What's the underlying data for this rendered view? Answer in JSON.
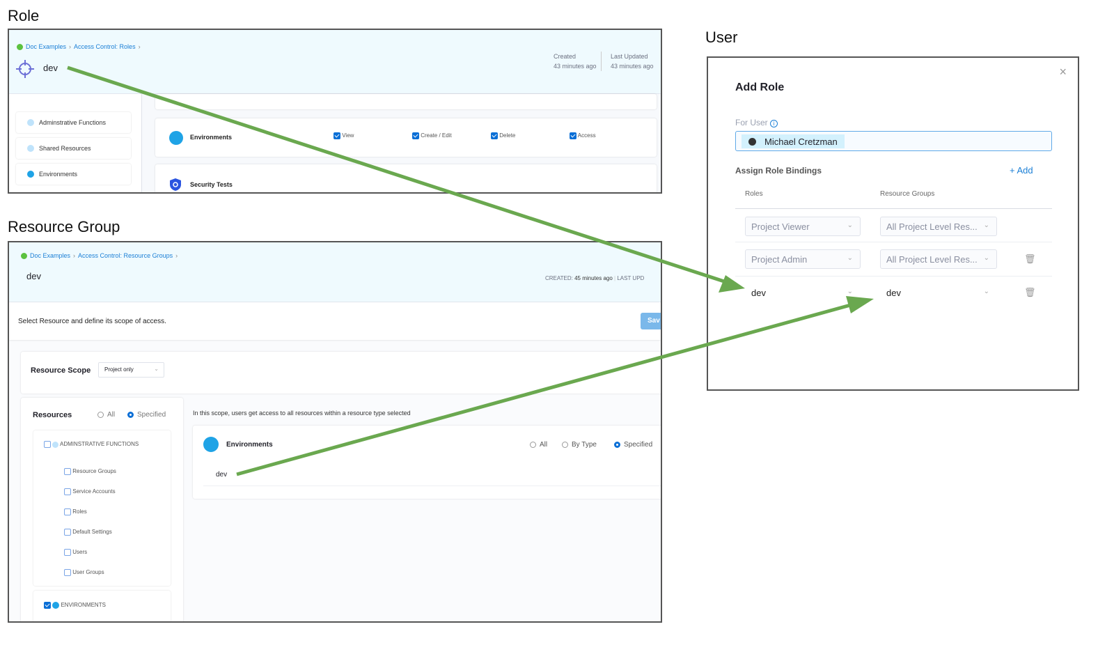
{
  "sections": {
    "role": "Role",
    "resource_group": "Resource Group",
    "user": "User"
  },
  "role_panel": {
    "breadcrumb": [
      "Doc Examples",
      "Access Control: Roles"
    ],
    "title": "dev",
    "created_label": "Created",
    "created_value": "43 minutes ago",
    "updated_label": "Last Updated",
    "updated_value": "43 minutes ago",
    "sidebar": [
      {
        "label": "Adminstrative Functions"
      },
      {
        "label": "Shared Resources"
      },
      {
        "label": "Environments"
      }
    ],
    "environments": {
      "label": "Environments",
      "permissions": [
        {
          "label": "View",
          "checked": true
        },
        {
          "label": "Create / Edit",
          "checked": true
        },
        {
          "label": "Delete",
          "checked": true
        },
        {
          "label": "Access",
          "checked": true
        }
      ]
    },
    "security_tests": "Security Tests"
  },
  "rg_panel": {
    "breadcrumb": [
      "Doc Examples",
      "Access Control: Resource Groups"
    ],
    "title": "dev",
    "created_label": "CREATED:",
    "created_value": "45 minutes ago",
    "updated_label": "LAST UPD",
    "description": "Select Resource and define its scope of access.",
    "save_label": "Sav",
    "scope_label": "Resource Scope",
    "scope_value": "Project only",
    "resources_label": "Resources",
    "radio_all": "All",
    "radio_specified": "Specified",
    "resources_selected": "Specified",
    "admin_group": "ADMINSTRATIVE FUNCTIONS",
    "admin_items": [
      "Resource Groups",
      "Service Accounts",
      "Roles",
      "Default Settings",
      "Users",
      "User Groups"
    ],
    "env_group": "ENVIRONMENTS",
    "scope_note": "In this scope, users get access to all resources within a resource type selected",
    "env_card": {
      "label": "Environments",
      "opt_all": "All",
      "opt_bytype": "By Type",
      "opt_specified": "Specified",
      "selected": "Specified",
      "item": "dev"
    }
  },
  "user_panel": {
    "title": "Add Role",
    "for_user_label": "For User",
    "user_chip": "Michael Cretzman",
    "bindings_label": "Assign Role Bindings",
    "add_label": "+ Add",
    "col_roles": "Roles",
    "col_rg": "Resource Groups",
    "rows": [
      {
        "role": "Project Viewer",
        "rg": "All Project Level Res...",
        "deletable": false
      },
      {
        "role": "Project Admin",
        "rg": "All Project Level Res...",
        "deletable": true
      },
      {
        "role": "dev",
        "rg": "dev",
        "deletable": true
      }
    ]
  },
  "colors": {
    "arrow": "#6aa84f",
    "accent": "#0b6fd6",
    "header_bg": "#effafe"
  }
}
